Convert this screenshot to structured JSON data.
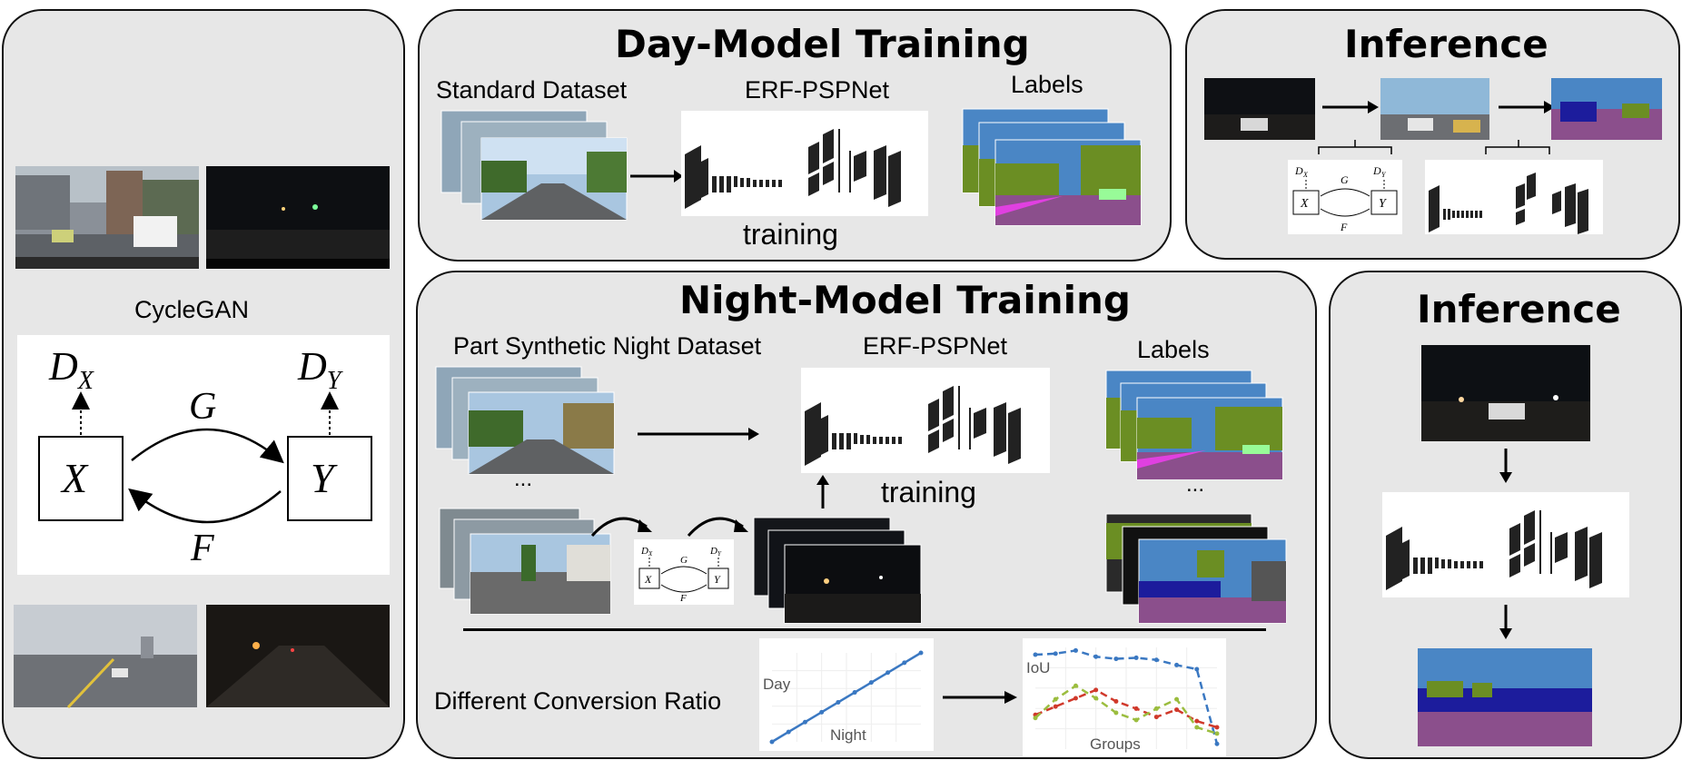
{
  "cyclegan": {
    "title": "CycleGAN",
    "node_x": "X",
    "node_y": "Y",
    "disc_x": "D",
    "disc_x_sub": "X",
    "disc_y": "D",
    "disc_y_sub": "Y",
    "map_g": "G",
    "map_f": "F"
  },
  "day_training": {
    "title": "Day-Model Training",
    "dataset_label": "Standard Dataset",
    "network_label": "ERF-PSPNet",
    "labels_label": "Labels",
    "training_label": "training"
  },
  "night_training": {
    "title": "Night-Model Training",
    "dataset_label": "Part Synthetic Night Dataset",
    "network_label": "ERF-PSPNet",
    "labels_label": "Labels",
    "training_label": "training",
    "ellipsis_images": "...",
    "ellipsis_labels": "...",
    "ratio_label": "Different Conversion Ratio"
  },
  "inference_top": {
    "title": "Inference"
  },
  "inference_right": {
    "title": "Inference"
  },
  "colors": {
    "panel_bg": "#e7e7e7",
    "line_blue": "#3a78c2",
    "line_red": "#d0392b",
    "line_green": "#9bbd3e",
    "seg_sky": "#4a86c5",
    "seg_veg": "#6b8e23",
    "seg_road": "#8b4f8c",
    "seg_car": "#1c1c9c",
    "seg_walk": "#e040e0",
    "seg_terrain": "#98fb98"
  },
  "chart_data": [
    {
      "type": "line",
      "title": "",
      "xlabel": "Night",
      "ylabel": "Day",
      "x": [
        0,
        1,
        2,
        3,
        4,
        5,
        6,
        7,
        8,
        9
      ],
      "series": [
        {
          "values": [
            0,
            1,
            2,
            3,
            4,
            5,
            6,
            7,
            8,
            9
          ]
        }
      ],
      "grid": true
    },
    {
      "type": "line",
      "title": "",
      "xlabel": "Groups",
      "ylabel": "IoU",
      "x": [
        0,
        1,
        2,
        3,
        4,
        5,
        6,
        7,
        8,
        9
      ],
      "series": [
        {
          "values": [
            9.6,
            9.7,
            10.0,
            9.4,
            9.2,
            9.3,
            9.1,
            8.6,
            8.2,
            1.0
          ]
        },
        {
          "values": [
            3.8,
            4.6,
            5.4,
            6.2,
            5.1,
            4.4,
            3.6,
            4.3,
            3.2,
            2.6
          ]
        },
        {
          "values": [
            3.5,
            5.3,
            6.6,
            5.4,
            4.0,
            3.3,
            4.4,
            5.3,
            2.6,
            2.0
          ]
        }
      ],
      "grid": true
    }
  ]
}
